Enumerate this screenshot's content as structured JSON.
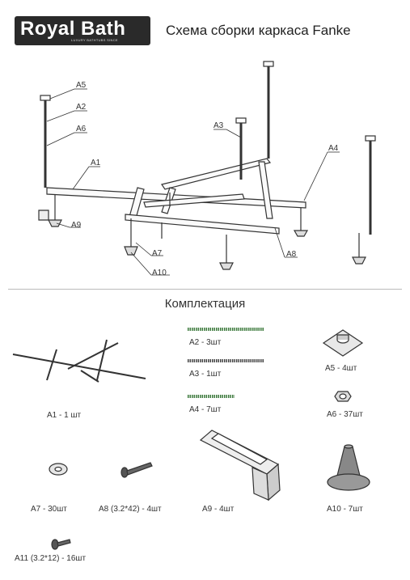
{
  "header": {
    "brand": "Royal Bath",
    "tagline": "LUXURY BATHTUBS SINCE",
    "title": "Схема сборки каркаса Fanke"
  },
  "callouts": [
    "A5",
    "A2",
    "A6",
    "A1",
    "A3",
    "A4",
    "A9",
    "A7",
    "A10",
    "A8"
  ],
  "section_title": "Комплектация",
  "parts": [
    {
      "id": "A1",
      "label": "А1 - 1 шт"
    },
    {
      "id": "A2",
      "label": "А2 - 3шт"
    },
    {
      "id": "A3",
      "label": "А3 - 1шт"
    },
    {
      "id": "A4",
      "label": "А4 - 7шт"
    },
    {
      "id": "A5",
      "label": "А5 - 4шт"
    },
    {
      "id": "A6",
      "label": "А6 - 37шт"
    },
    {
      "id": "A7",
      "label": "А7 - 30шт"
    },
    {
      "id": "A8",
      "label": "А8 (3.2*42) - 4шт"
    },
    {
      "id": "A9",
      "label": "А9 - 4шт"
    },
    {
      "id": "A10",
      "label": "А10 - 7шт"
    },
    {
      "id": "A11",
      "label": "А11 (3.2*12) - 16шт"
    }
  ],
  "colors": {
    "logo_bg": "#2a2a2a",
    "stroke": "#333333",
    "rod_green": "#3c7a3c"
  }
}
